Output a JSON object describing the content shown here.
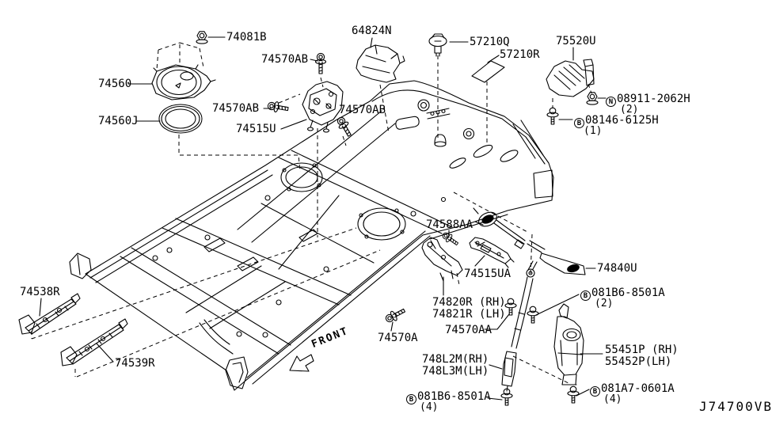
{
  "diagram": {
    "code": "J74700VB",
    "front_marker": "FRONT",
    "colors": {
      "ink": "#000000",
      "background": "#ffffff"
    },
    "part_labels": {
      "p74081B": {
        "text": "74081B"
      },
      "p74560": {
        "text": "74560"
      },
      "p74560J": {
        "text": "74560J"
      },
      "p74570AB_top": {
        "text": "74570AB"
      },
      "p74570AB_left": {
        "text": "74570AB"
      },
      "p74570AB_right": {
        "text": "74570AB"
      },
      "p74515U": {
        "text": "74515U"
      },
      "p64824N": {
        "text": "64824N"
      },
      "p57210Q": {
        "text": "57210Q"
      },
      "p57210R": {
        "text": "57210R"
      },
      "p75520U": {
        "text": "75520U"
      },
      "p74538R": {
        "text": "74538R"
      },
      "p74539R": {
        "text": "74539R"
      },
      "p74588AA": {
        "text": "74588AA"
      },
      "p74515UA": {
        "text": "74515UA"
      },
      "p74820R": {
        "text": "74820R (RH)"
      },
      "p74821R": {
        "text": "74821R (LH)"
      },
      "p74570AA": {
        "text": "74570AA"
      },
      "p74570A": {
        "text": "74570A"
      },
      "p748L2M": {
        "text": "748L2M(RH)"
      },
      "p748L3M": {
        "text": "748L3M(LH)"
      },
      "p74840U": {
        "text": "74840U"
      },
      "p55451P": {
        "text": "55451P (RH)"
      },
      "p55452P": {
        "text": "55452P(LH)"
      }
    },
    "fastener_labels": {
      "n08911": {
        "prefix": "N",
        "text": "08911-2062H",
        "qty": "(2)"
      },
      "b08146": {
        "prefix": "B",
        "text": "08146-6125H",
        "qty": "(1)"
      },
      "b081b6_mid": {
        "prefix": "B",
        "text": "081B6-8501A",
        "qty": "(2)"
      },
      "b081a7": {
        "prefix": "B",
        "text": "081A7-0601A",
        "qty": "(4)"
      },
      "b081b6_bottom": {
        "prefix": "B",
        "text": "081B6-8501A",
        "qty": "(4)"
      }
    }
  }
}
